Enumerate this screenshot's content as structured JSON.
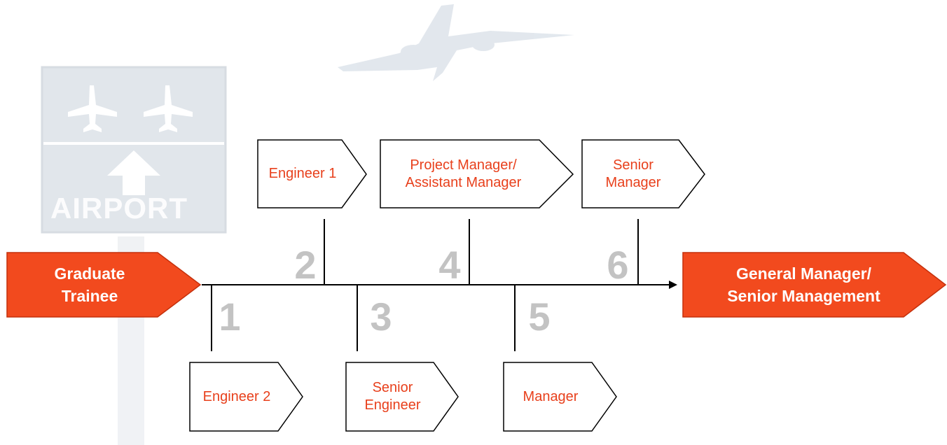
{
  "start": {
    "label": "Graduate\nTrainee"
  },
  "end": {
    "label": "General Manager/\nSenior Management"
  },
  "steps": [
    {
      "number": "1",
      "label": "Engineer 2"
    },
    {
      "number": "2",
      "label": "Engineer 1"
    },
    {
      "number": "3",
      "label": "Senior\nEngineer"
    },
    {
      "number": "4",
      "label": "Project Manager/\nAssistant Manager"
    },
    {
      "number": "5",
      "label": "Manager"
    },
    {
      "number": "6",
      "label": "Senior\nManager"
    }
  ],
  "background": {
    "sign_text": "AIRPORT"
  },
  "colors": {
    "accent": "#e8401c",
    "arrow_fill": "#f24a1e",
    "number_gray": "#c3c3c3",
    "sign_fill": "#dde3ea",
    "plane_fill": "#dfe5ec"
  }
}
